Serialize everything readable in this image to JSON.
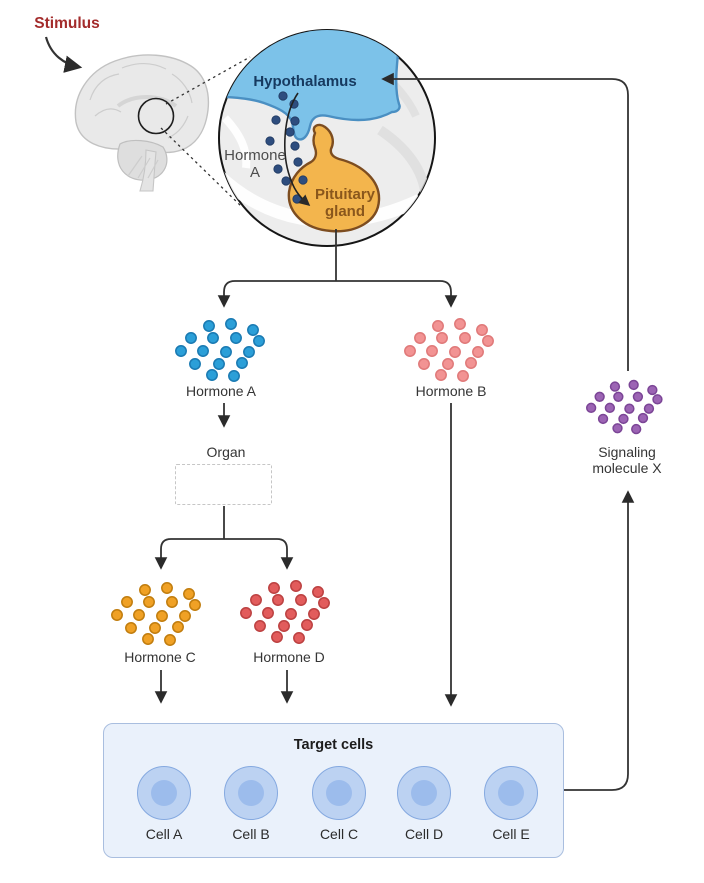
{
  "stimulus": {
    "label": "Stimulus",
    "color": "#a32b2b"
  },
  "brain_inset": {
    "hypothalamus": {
      "label": "Hypothalamus",
      "fill": "#7cc2e9",
      "stroke": "#4a8fc2",
      "label_color": "#16395f"
    },
    "pituitary": {
      "label": "Pituitary\ngland",
      "fill": "#f3b54d",
      "stroke": "#7d4d20",
      "label_color": "#8a571c"
    },
    "hormone_a_inset": {
      "label": "Hormone\nA",
      "dot_color": "#2e4d7e",
      "dot_stroke": "#203a62",
      "label_color": "#4d4d4d"
    }
  },
  "clusters": {
    "hormone_a": {
      "label": "Hormone A",
      "fill": "#2b9fd8",
      "stroke": "#1a7ab2"
    },
    "hormone_b": {
      "label": "Hormone B",
      "fill": "#f29393",
      "stroke": "#e07979"
    },
    "hormone_c": {
      "label": "Hormone C",
      "fill": "#f0a125",
      "stroke": "#c17d0e"
    },
    "hormone_d": {
      "label": "Hormone D",
      "fill": "#e25c5c",
      "stroke": "#bc4141"
    },
    "signaling_x": {
      "label": "Signaling\nmolecule X",
      "fill": "#9c64b4",
      "stroke": "#7b4596"
    }
  },
  "organ": {
    "label": "Organ",
    "border": "#c6c6c6"
  },
  "target_cells": {
    "title": "Target cells",
    "panel_fill": "#eaf1fb",
    "panel_border": "#a9bedf",
    "cell_fill": "#bcd2f2",
    "cell_border": "#85a9e0",
    "nucleus_fill": "#9cbcec",
    "cells": [
      {
        "label": "Cell A"
      },
      {
        "label": "Cell B"
      },
      {
        "label": "Cell C"
      },
      {
        "label": "Cell D"
      },
      {
        "label": "Cell E"
      }
    ]
  }
}
